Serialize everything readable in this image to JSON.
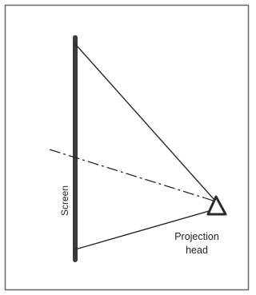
{
  "labels": {
    "screen": "Screen",
    "projection_line1": "Projection",
    "projection_line2": "head"
  },
  "colors": {
    "frame": "#6f6f6f",
    "ink": "#2a2a2a",
    "screen_bar": "#3a3a3a",
    "background": "#ffffff"
  }
}
